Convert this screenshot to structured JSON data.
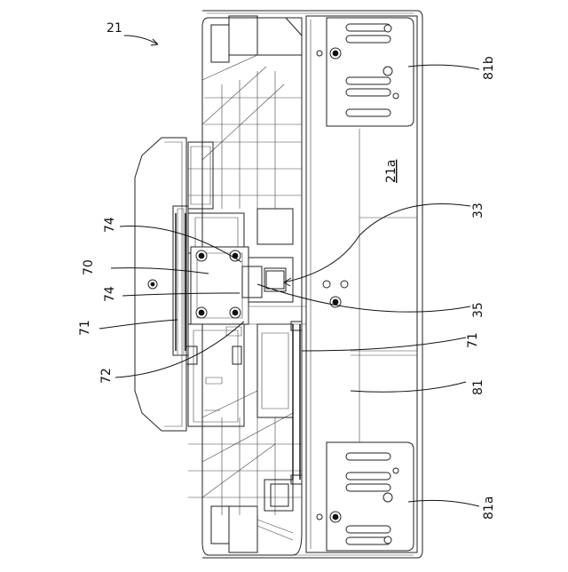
{
  "figure": {
    "labels": {
      "assembly": "21",
      "panel": "21a",
      "plate_top": "81b",
      "plate_bottom": "81a",
      "plate": "81",
      "port": "33",
      "tab": "35",
      "motor_upper": "74",
      "motor_lower": "74",
      "unit": "70",
      "rail_left": "71",
      "rail_right": "71",
      "bracket": "72"
    }
  }
}
